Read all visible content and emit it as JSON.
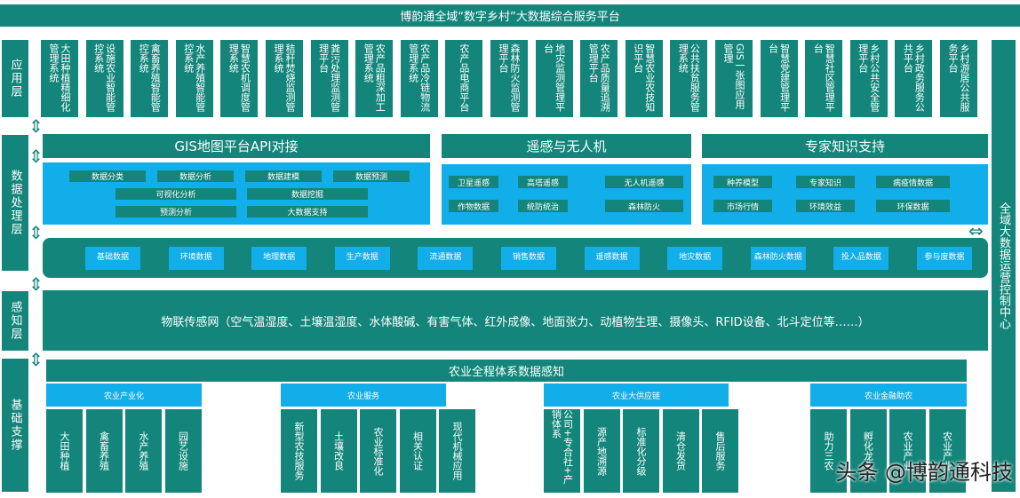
{
  "title": "博韵通全域“数字乡村”大数据综合服务平台",
  "layers": [
    "应用层",
    "数据处理层",
    "感知层",
    "基础支撑"
  ],
  "control_center": "全域大数据运营控制中心",
  "apps": [
    "大田种植精细化管理系统",
    "设施农业智能管控系统",
    "禽畜养殖智能管控系统",
    "水产养殖智能管控系统",
    "智慧农机调度管理系统",
    "秸秆焚烧监测管理系统",
    "粪污处理监测管理平台",
    "农产品粗深加工管理系统",
    "农产品冷链物流管理系统",
    "农产品电商平台",
    "森林防火监测管理平台",
    "地灾监测管理平台",
    "农产品质量追溯管理平台",
    "智慧农业农技知识平台",
    "公共扶贫服务管理系统",
    "GIS一张图应用管理",
    "智慧党建管理平台",
    "智慧社区管理平台",
    "乡村公共安全管理平台",
    "乡村政务服务公共平台",
    "乡村游居公共服务平台"
  ],
  "processing": {
    "gis": {
      "title": "GIS地图平台API对接",
      "items": [
        "数据分类",
        "数据分析",
        "数据建模",
        "数据预测",
        "可视化分析",
        "数据挖掘",
        "预测分析",
        "大数据支持"
      ]
    },
    "remote": {
      "title": "遥感与无人机",
      "items": [
        "卫星遥感",
        "高塔遥感",
        "无人机遥感",
        "作物数据",
        "统防统治",
        "森林防火"
      ]
    },
    "expert": {
      "title": "专家知识支持",
      "items": [
        "种养模型",
        "专家知识",
        "病疫情数据",
        "市场行情",
        "环境效益",
        "环保数据"
      ]
    },
    "data_items": [
      "基础数据",
      "环境数据",
      "地理数据",
      "生产数据",
      "流通数据",
      "销售数据",
      "遥感数据",
      "地灾数据",
      "森林防火数据",
      "投入品数据",
      "参与度数据"
    ]
  },
  "perception": "物联传感网（空气温湿度、土壤温湿度、水体酸碱、有害气体、红外成像、地面张力、动植物生理、摄像头、RFID设备、北斗定位等……）",
  "base": {
    "title": "农业全程体系数据感知",
    "groups": [
      {
        "title": "农业产业化",
        "items": [
          "大田种植",
          "禽畜养殖",
          "水产养殖",
          "园艺设施"
        ]
      },
      {
        "title": "农业服务",
        "items": [
          "新型农技服务",
          "土壤改良",
          "农业标准化",
          "相关认证",
          "现代机械应用"
        ]
      },
      {
        "title": "农业大供应链",
        "items": [
          "公司+专合社+产销体系",
          "源产地溯源",
          "标准化分级",
          "清仓发货",
          "售后服务"
        ]
      },
      {
        "title": "农业金融助农",
        "items": [
          "助力三农",
          "孵化龙头",
          "农业产业",
          "农业产业"
        ]
      }
    ]
  },
  "watermark": "头条 @博韵通科技",
  "colors": {
    "teal": "#13857a",
    "blue": "#12aeea"
  }
}
